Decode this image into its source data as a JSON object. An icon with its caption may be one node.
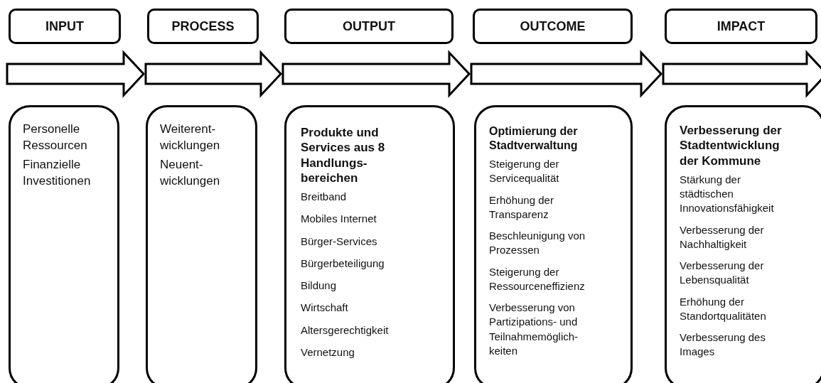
{
  "diagram": {
    "nodes": [
      {
        "text": [
          "INPUT"
        ]
      },
      {
        "text": [
          "PROCESS"
        ]
      },
      {
        "text": [
          "OUTPUT"
        ]
      },
      {
        "text": [
          "OUTCOME"
        ]
      },
      {
        "text": [
          "IMPACT"
        ]
      },
      {
        "text": [
          "Personelle Ressourcen",
          "Finanzielle Investitionen"
        ]
      },
      {
        "text": [
          "Weiterent- wicklungen",
          "Neuent- wicklungen"
        ]
      },
      {
        "text": [
          "Produkte und Services aus 8 Handlungs- bereichen",
          "Breitband",
          "Mobiles Internet",
          "Bürger-Services",
          "Bürgerbeteiligung",
          "Bildung",
          "Wirtschaft",
          "Altersgerechtigkeit",
          "Vernetzung"
        ]
      },
      {
        "text": [
          "Optimierung der Stadtverwaltung",
          "Steigerung der Servicequalität",
          "Erhöhung der Transparenz",
          "Beschleunigung von Prozessen",
          "Steigerung der Ressourceneffizienz",
          "Verbesserung von Partizipations- und Teilnahmemöglich- keiten"
        ]
      },
      {
        "text": [
          "Verbesserung der Stadtentwicklung der Kommune",
          "Stärkung der städtischen Innovationsfähigkeit",
          "Verbesserung der Nachhaltigkeit",
          "Verbesserung der Lebensqualität",
          "Erhöhung der Standortqualitäten",
          "Verbesserung des Images"
        ]
      }
    ],
    "edges": [
      {
        "from": 0,
        "to": 1,
        "arrow": "to",
        "style": "thick"
      },
      {
        "from": 1,
        "to": 2,
        "arrow": "to",
        "style": "thick"
      },
      {
        "from": 2,
        "to": 3,
        "arrow": "to",
        "style": "thick"
      },
      {
        "from": 3,
        "to": 4,
        "arrow": "to",
        "style": "thick"
      },
      {
        "from": 4,
        "to": null,
        "arrow": "to",
        "style": "thick"
      }
    ]
  }
}
